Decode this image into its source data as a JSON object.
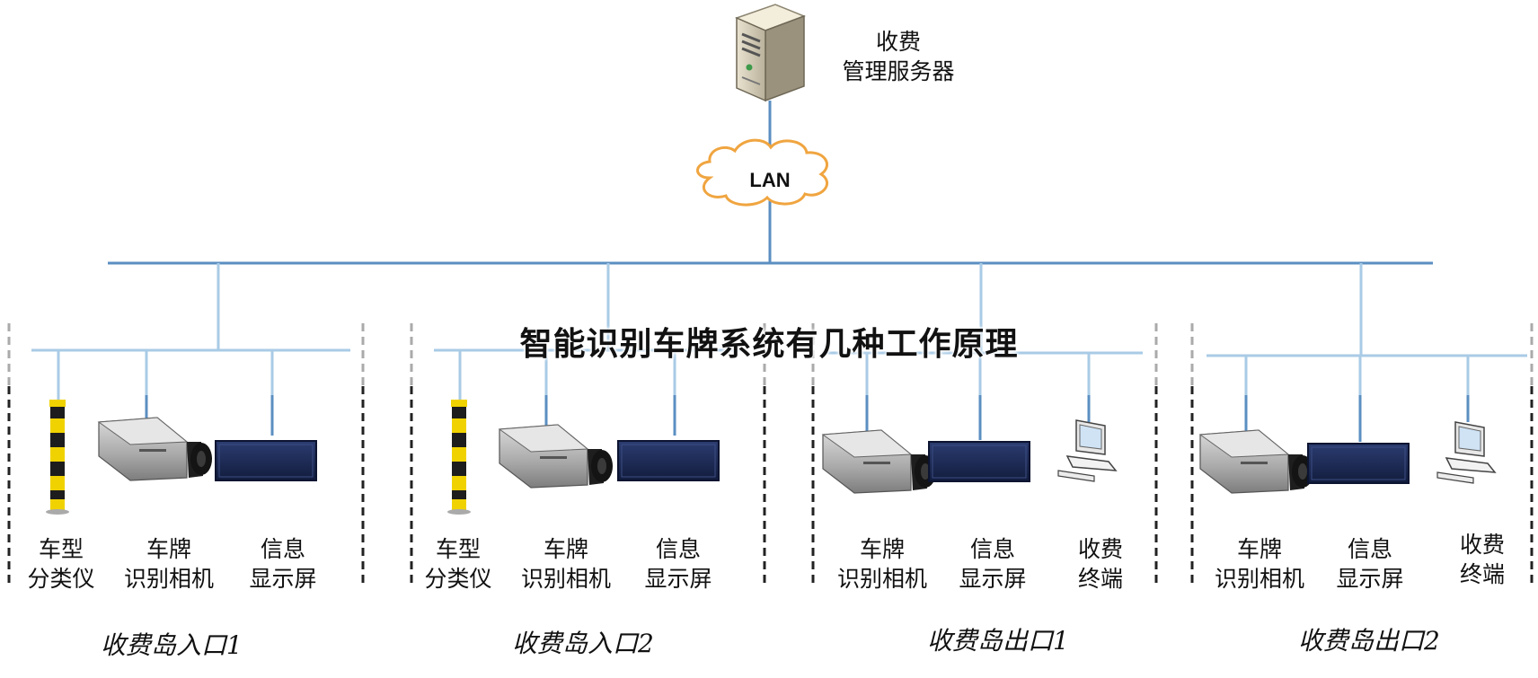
{
  "server": {
    "label_line1": "收费",
    "label_line2": "管理服务器"
  },
  "network": {
    "label": "LAN"
  },
  "headline": "智能识别车牌系统有几种工作原理",
  "zones": [
    {
      "name": "收费岛入口1",
      "devices": [
        {
          "l1": "车型",
          "l2": "分类仪"
        },
        {
          "l1": "车牌",
          "l2": "识别相机"
        },
        {
          "l1": "信息",
          "l2": "显示屏"
        }
      ]
    },
    {
      "name": "收费岛入口2",
      "devices": [
        {
          "l1": "车型",
          "l2": "分类仪"
        },
        {
          "l1": "车牌",
          "l2": "识别相机"
        },
        {
          "l1": "信息",
          "l2": "显示屏"
        }
      ]
    },
    {
      "name": "收费岛出口1",
      "devices": [
        {
          "l1": "车牌",
          "l2": "识别相机"
        },
        {
          "l1": "信息",
          "l2": "显示屏"
        },
        {
          "l1": "收费",
          "l2": "终端"
        }
      ]
    },
    {
      "name": "收费岛出口2",
      "devices": [
        {
          "l1": "车牌",
          "l2": "识别相机"
        },
        {
          "l1": "信息",
          "l2": "显示屏"
        },
        {
          "l1": "收费",
          "l2": "终端"
        }
      ]
    }
  ],
  "colors": {
    "backbone": "#5b8fc2",
    "branch": "#a9cbe6",
    "display_panel": "#1c2a56",
    "cloud_outline": "#f0a540"
  },
  "icons": {
    "server": "server-tower-icon",
    "cloud": "cloud-icon",
    "classifier": "vehicle-classifier-pole-icon",
    "camera": "box-camera-icon",
    "display": "led-display-icon",
    "terminal": "computer-terminal-icon"
  }
}
